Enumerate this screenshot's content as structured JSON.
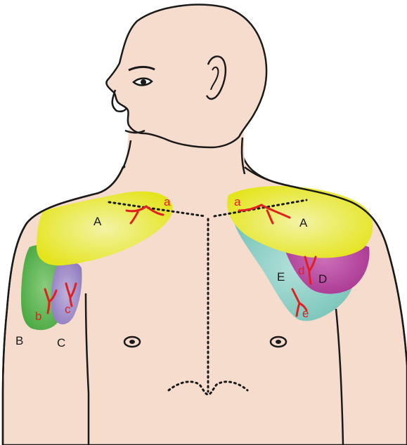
{
  "colors": {
    "skin": "#f6dccd",
    "outline": "#1a1a1a",
    "region_A": "#ecec1e",
    "region_B": "#4fae46",
    "region_C": "#9a86c4",
    "region_D": "#b1399a",
    "region_E": "#7ec9bf",
    "point_marker": "#e02020"
  },
  "region_labels": {
    "A_left": "A",
    "A_right": "A",
    "B": "B",
    "C": "C",
    "D": "D",
    "E": "E"
  },
  "point_labels": {
    "a_left": "a",
    "a_right": "a",
    "b": "b",
    "c": "c",
    "d": "d",
    "e": "e"
  },
  "icons": {
    "marker": "y-shaped-point-icon",
    "nipple": "target-icon",
    "midline": "dotted-guide-line"
  }
}
